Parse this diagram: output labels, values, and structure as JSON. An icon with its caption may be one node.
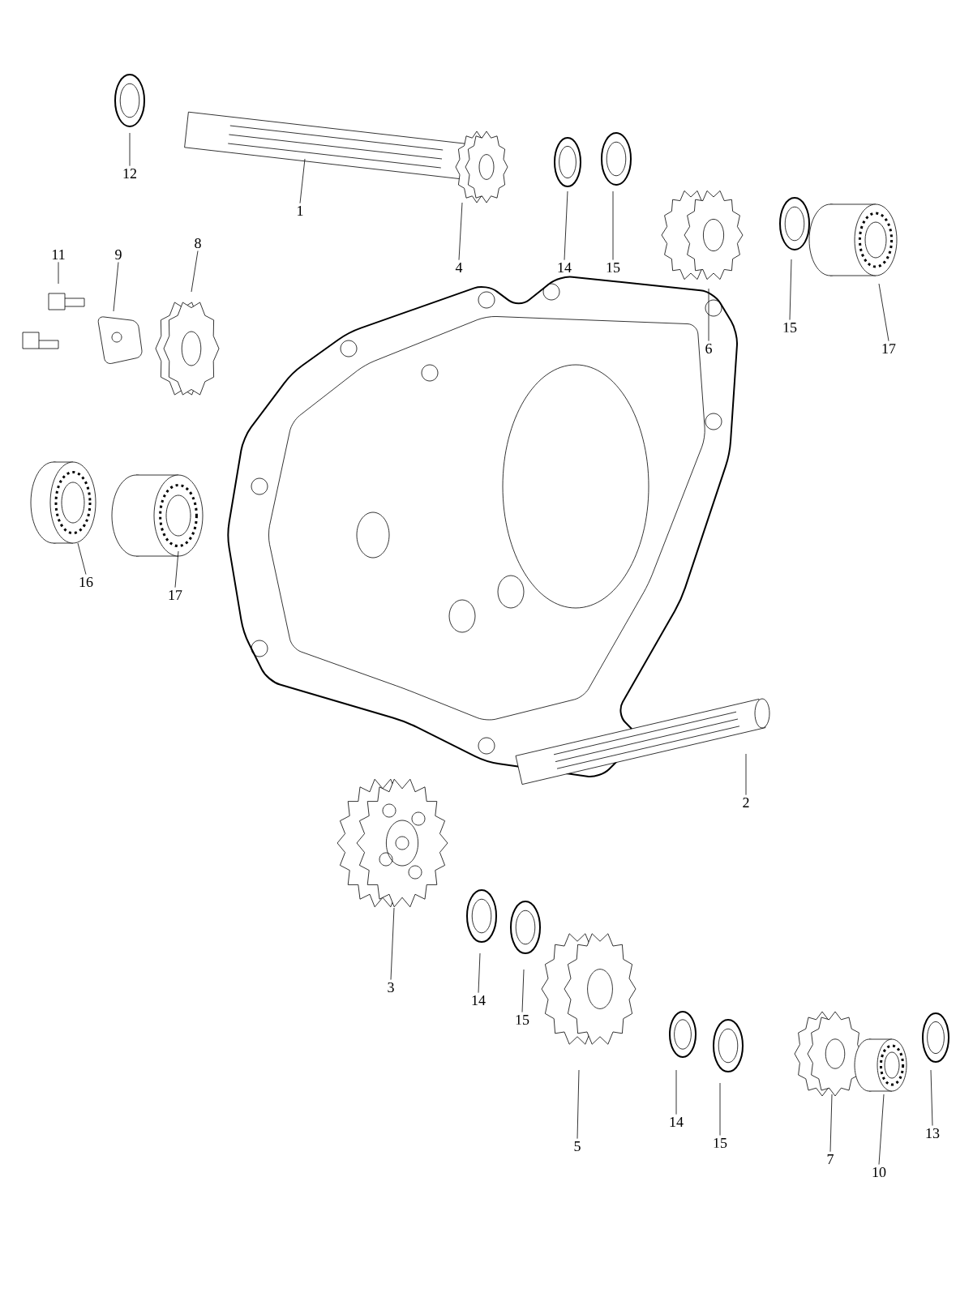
{
  "diagram": {
    "nodes": [
      {
        "text": [
          "12"
        ]
      },
      {
        "text": [
          "1"
        ]
      },
      {
        "text": [
          "4"
        ]
      },
      {
        "text": [
          "14"
        ]
      },
      {
        "text": [
          "15"
        ]
      },
      {
        "text": [
          "6"
        ]
      },
      {
        "text": [
          "15"
        ]
      },
      {
        "text": [
          "17"
        ]
      },
      {
        "text": [
          "11"
        ]
      },
      {
        "text": [
          "9"
        ]
      },
      {
        "text": [
          "8"
        ]
      },
      {
        "text": [
          "16"
        ]
      },
      {
        "text": [
          "17"
        ]
      },
      {
        "text": [
          "2"
        ]
      },
      {
        "text": [
          "3"
        ]
      },
      {
        "text": [
          "14"
        ]
      },
      {
        "text": [
          "15"
        ]
      },
      {
        "text": [
          "5"
        ]
      },
      {
        "text": [
          "14"
        ]
      },
      {
        "text": [
          "15"
        ]
      },
      {
        "text": [
          "7"
        ]
      },
      {
        "text": [
          "10"
        ]
      },
      {
        "text": [
          "13"
        ]
      }
    ],
    "edges": [
      {
        "from": 0,
        "to": null,
        "arrow": "none"
      },
      {
        "from": 1,
        "to": null,
        "arrow": "none"
      },
      {
        "from": 2,
        "to": null,
        "arrow": "none"
      },
      {
        "from": 3,
        "to": null,
        "arrow": "none"
      },
      {
        "from": 4,
        "to": null,
        "arrow": "none"
      },
      {
        "from": 5,
        "to": null,
        "arrow": "none"
      },
      {
        "from": 6,
        "to": null,
        "arrow": "none"
      },
      {
        "from": 7,
        "to": null,
        "arrow": "none"
      },
      {
        "from": 8,
        "to": null,
        "arrow": "none"
      },
      {
        "from": 9,
        "to": null,
        "arrow": "none"
      },
      {
        "from": 10,
        "to": null,
        "arrow": "none"
      },
      {
        "from": 11,
        "to": null,
        "arrow": "none"
      },
      {
        "from": 12,
        "to": null,
        "arrow": "none"
      },
      {
        "from": 13,
        "to": null,
        "arrow": "none"
      },
      {
        "from": 14,
        "to": null,
        "arrow": "none"
      },
      {
        "from": 15,
        "to": null,
        "arrow": "none"
      },
      {
        "from": 16,
        "to": null,
        "arrow": "none"
      },
      {
        "from": 17,
        "to": null,
        "arrow": "none"
      },
      {
        "from": 18,
        "to": null,
        "arrow": "none"
      },
      {
        "from": 19,
        "to": null,
        "arrow": "none"
      },
      {
        "from": 20,
        "to": null,
        "arrow": "none"
      },
      {
        "from": 21,
        "to": null,
        "arrow": "none"
      },
      {
        "from": 22,
        "to": null,
        "arrow": "none"
      }
    ]
  }
}
